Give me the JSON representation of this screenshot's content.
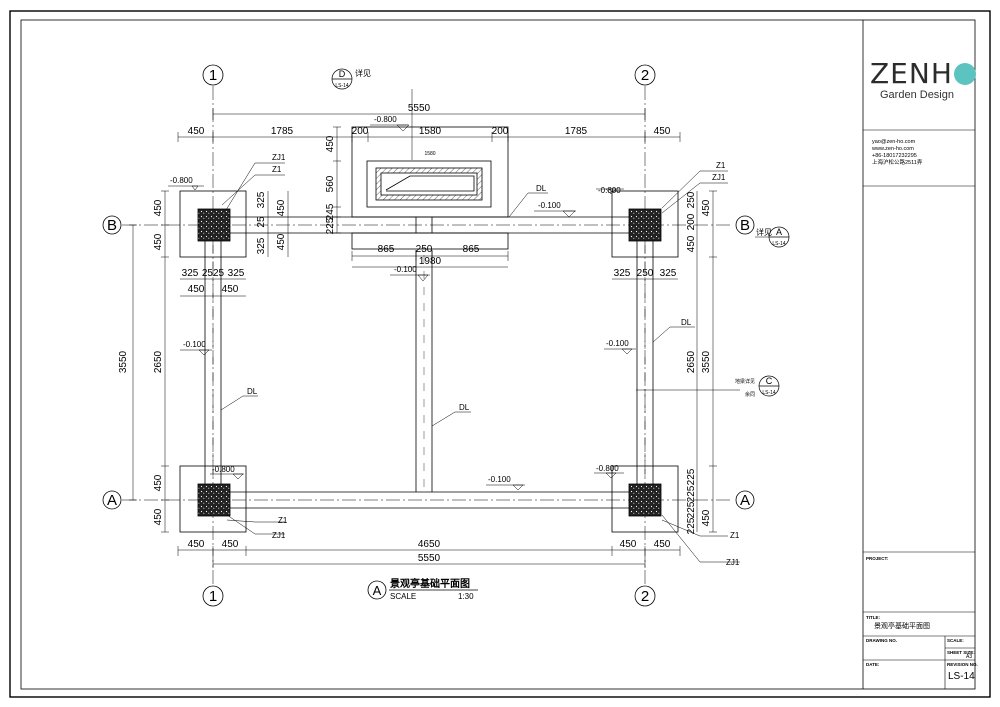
{
  "brand": {
    "name_prefix": "ZENH",
    "accent_color": "#5cc3c0",
    "subtitle": "Garden Design"
  },
  "contact": {
    "email": "yao@zen-ho.com",
    "website": "www.zen-ho.com",
    "phone": "+86-18017232295",
    "address": "上海沪松公路2511弄"
  },
  "title_block": {
    "project_label": "PROJECT:",
    "title_label": "TITLE:",
    "title_value": "景观亭基础平面图",
    "drawing_no_label": "DRAWING NO.",
    "scale_label": "SCALE:",
    "sheet_size_label": "SHEET SIZE:",
    "sheet_size_value": "A3",
    "date_label": "DATE:",
    "revision_label": "REVISION NO.",
    "sheet_number": "LS-14"
  },
  "drawing": {
    "title_letter": "A",
    "title": "景观亭基础平面图",
    "scale_label": "SCALE",
    "scale_value": "1:30",
    "grid": {
      "col1": "1",
      "col2": "2",
      "rowA": "A",
      "rowB": "B"
    },
    "callouts": {
      "D": {
        "letter": "D",
        "sheet": "LS-14",
        "note": "详见"
      },
      "A": {
        "letter": "A",
        "sheet": "LS-14",
        "note": "详见"
      },
      "C": {
        "letter": "C",
        "sheet": "LS-14",
        "note1": "地梁详见",
        "note2": "余同"
      }
    },
    "labels": {
      "zj1": "ZJ1",
      "z1": "Z1",
      "dl": "DL"
    },
    "elevations": {
      "e800": "-0.800",
      "e100": "-0.100"
    },
    "dims": {
      "total": "5550",
      "d450": "450",
      "d1785": "1785",
      "d200": "200",
      "d1580": "1580",
      "d560": "560",
      "d245": "245",
      "d225": "225",
      "d865": "865",
      "d250": "250",
      "d1980": "1980",
      "d325": "325",
      "d25": "25",
      "d3550": "3550",
      "d2650": "2650",
      "d4650": "4650",
      "d1580small": "1580",
      "d2525": "2525"
    }
  }
}
